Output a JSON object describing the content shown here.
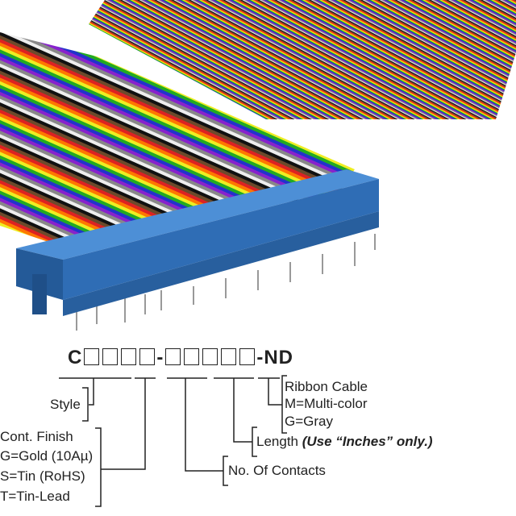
{
  "part_number": {
    "prefix": "C",
    "group1_boxes": 4,
    "separator": "-",
    "group2_boxes": 5,
    "suffix": "-ND"
  },
  "labels": {
    "style": "Style",
    "finish": {
      "title": "Cont. Finish",
      "options": [
        "G=Gold (10Aµ)",
        "S=Tin (RoHS)",
        "T=Tin-Lead"
      ]
    },
    "contacts": "No. Of Contacts",
    "length": "Length",
    "length_note": "(Use “Inches” only.)",
    "cable": {
      "title": "Ribbon Cable",
      "options": [
        "M=Multi-color",
        "G=Gray"
      ]
    }
  },
  "colors": {
    "connector": "#2f6db5",
    "wire_sequence": [
      "#6b4a2b",
      "#d22",
      "#f70",
      "#ee2",
      "#2a2",
      "#23c",
      "#82c",
      "#888",
      "#eee",
      "#111"
    ]
  }
}
